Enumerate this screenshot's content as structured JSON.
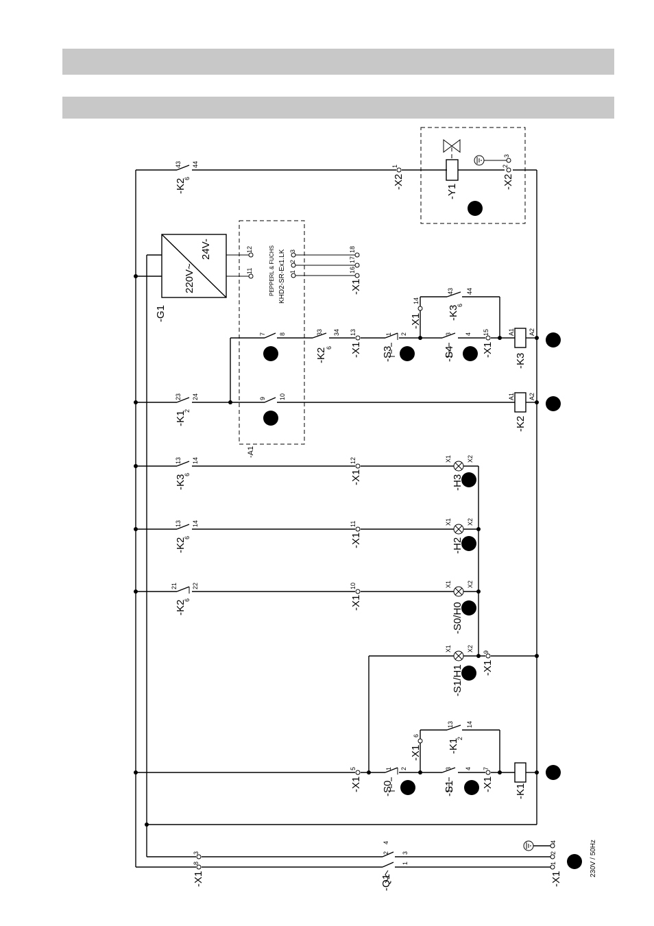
{
  "header": {
    "band_1": "",
    "band_2": ""
  },
  "labels": {
    "k2_top": "-K2",
    "k2_top_sub": "6",
    "k2_top_n1": "43",
    "k2_top_n2": "44",
    "x2_top": "-X2",
    "x2_top_n": "1",
    "y1": "-Y1",
    "x2_right": "-X2",
    "x2_right_n1": "2",
    "x2_right_n2": "3",
    "g1": "-G1",
    "g1_in": "220V~",
    "g1_out": "24V-",
    "g1_n1": "11",
    "g1_n2": "12",
    "a1_maker": "PEPPERL & FUCHS",
    "a1_model": "KHD2-SR-Ex1.LK",
    "a1_n1": "1",
    "a1_n2": "2",
    "a1_n3": "3",
    "a1_name": "-A1",
    "a1_c1": "7",
    "a1_c2": "8",
    "a1_c3": "9",
    "a1_c4": "10",
    "x1_top": "-X1",
    "x1_top_n1": "16",
    "x1_top_n2": "17",
    "x1_top_n3": "18",
    "k2_mid": "-K2",
    "k2_mid_sub": "6",
    "k2_mid_n1": "33",
    "k2_mid_n2": "34",
    "x1_13": "-X1",
    "x1_13_n": "13",
    "s3": "-S3",
    "s3_n1": "1",
    "s3_n2": "2",
    "s4": "-S4",
    "s4_n1": "3",
    "s4_n2": "4",
    "x1_14": "-X1",
    "x1_14_n": "14",
    "k3_hold": "-K3",
    "k3_hold_sub": "6",
    "k3_hold_n1": "43",
    "k3_hold_n2": "44",
    "x1_15": "-X1",
    "x1_15_n": "15",
    "k3_coil": "-K3",
    "k3_coil_a1": "A1",
    "k3_coil_a2": "A2",
    "k1_23": "-K1",
    "k1_23_sub": "2",
    "k1_23_n1": "23",
    "k1_23_n2": "24",
    "k2_coil": "-K2",
    "k2_coil_a1": "A1",
    "k2_coil_a2": "A2",
    "k3_13": "-K3",
    "k3_13_sub": "6",
    "k3_13_n1": "13",
    "k3_13_n2": "14",
    "x1_12": "-X1",
    "x1_12_n": "12",
    "h3": "-H3",
    "h3_x1": "X1",
    "h3_x2": "X2",
    "k2_13": "-K2",
    "k2_13_sub": "6",
    "k2_13_n1": "13",
    "k2_13_n2": "14",
    "x1_11": "-X1",
    "x1_11_n": "11",
    "h2": "-H2",
    "h2_x1": "X1",
    "h2_x2": "X2",
    "k2_21": "-K2",
    "k2_21_sub": "6",
    "k2_21_n1": "21",
    "k2_21_n2": "22",
    "x1_10": "-X1",
    "x1_10_n": "10",
    "s0h0": "-S0/H0",
    "s0h0_x1": "X1",
    "s0h0_x2": "X2",
    "s1h1": "-S1/H1",
    "s1h1_x1": "X1",
    "s1h1_x2": "X2",
    "x1_9": "-X1",
    "x1_9_n": "9",
    "x1_5": "-X1",
    "x1_5_n": "5",
    "s0": "-S0",
    "s0_n1": "1",
    "s0_n2": "2",
    "x1_6": "-X1",
    "x1_6_n": "6",
    "k1_hold": "-K1",
    "k1_hold_sub": "2",
    "k1_hold_n1": "13",
    "k1_hold_n2": "14",
    "s1": "-S1",
    "s1_n1": "3",
    "s1_n2": "4",
    "x1_7": "-X1",
    "x1_7_n": "7",
    "k1_coil": "-K1",
    "x1_left": "-X1",
    "x1_left_n1": "8",
    "x1_left_n2": "3",
    "q1": "-Q1",
    "q1_n1": "2",
    "q1_n2": "4",
    "q1_n3": "1",
    "q1_n4": "3",
    "x1_supply": "-X1",
    "x1_supply_n1": "1",
    "x1_supply_n2": "2",
    "x1_supply_n3": "4",
    "supply": "230V / 50Hz"
  }
}
